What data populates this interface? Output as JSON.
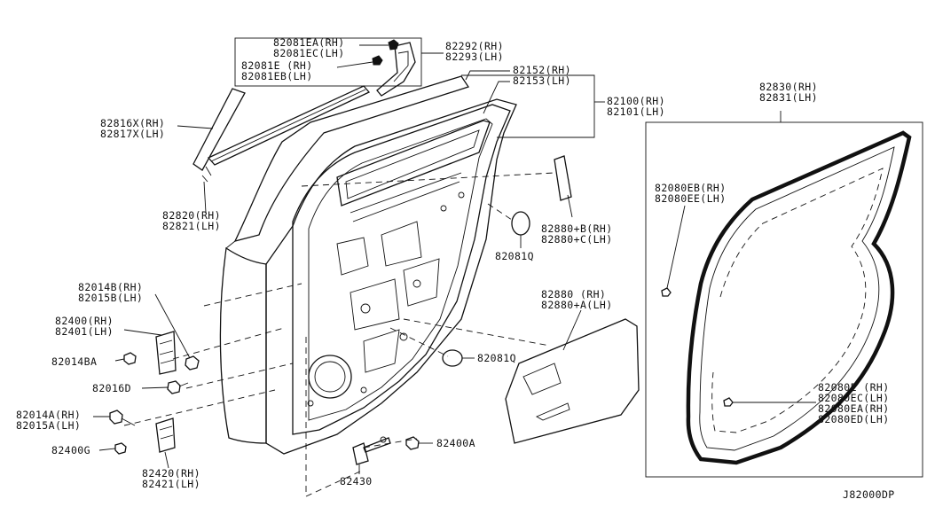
{
  "diagram_id": "J82000DP",
  "labels": {
    "l82081ea": "82081EA(RH)",
    "l82081ec": "82081EC(LH)",
    "l82081e": "82081E (RH)",
    "l82081eb": "82081EB(LH)",
    "l82292": "82292(RH)",
    "l82293": "82293(LH)",
    "l82152": "82152(RH)",
    "l82153": "82153(LH)",
    "l82100": "82100(RH)",
    "l82101": "82101(LH)",
    "l82816": "82816X(RH)",
    "l82817": "82817X(LH)",
    "l82820": "82820(RH)",
    "l82821": "82821(LH)",
    "l82880b": "82880+B(RH)",
    "l82880c": "82880+C(LH)",
    "l82081q_a": "82081Q",
    "l82880": "82880  (RH)",
    "l82880a": "82880+A(LH)",
    "l82081q_b": "82081Q",
    "l82014b": "82014B(RH)",
    "l82015b": "82015B(LH)",
    "l82400": "82400(RH)",
    "l82401": "82401(LH)",
    "l82014ba": "82014BA",
    "l82016d": "82016D",
    "l82014a": "82014A(RH)",
    "l82015a": "82015A(LH)",
    "l82400g": "82400G",
    "l82420": "82420(RH)",
    "l82421": "82421(LH)",
    "l82430": "82430",
    "l82400a": "82400A",
    "l82830": "82830(RH)",
    "l82831": "82831(LH)",
    "l82080eb": "82080EB(RH)",
    "l82080ee": "82080EE(LH)",
    "l82080e": "82080E (RH)",
    "l82080ec": "82080EC(LH)",
    "l82080ea": "82080EA(RH)",
    "l82080ed": "82080ED(LH)"
  }
}
